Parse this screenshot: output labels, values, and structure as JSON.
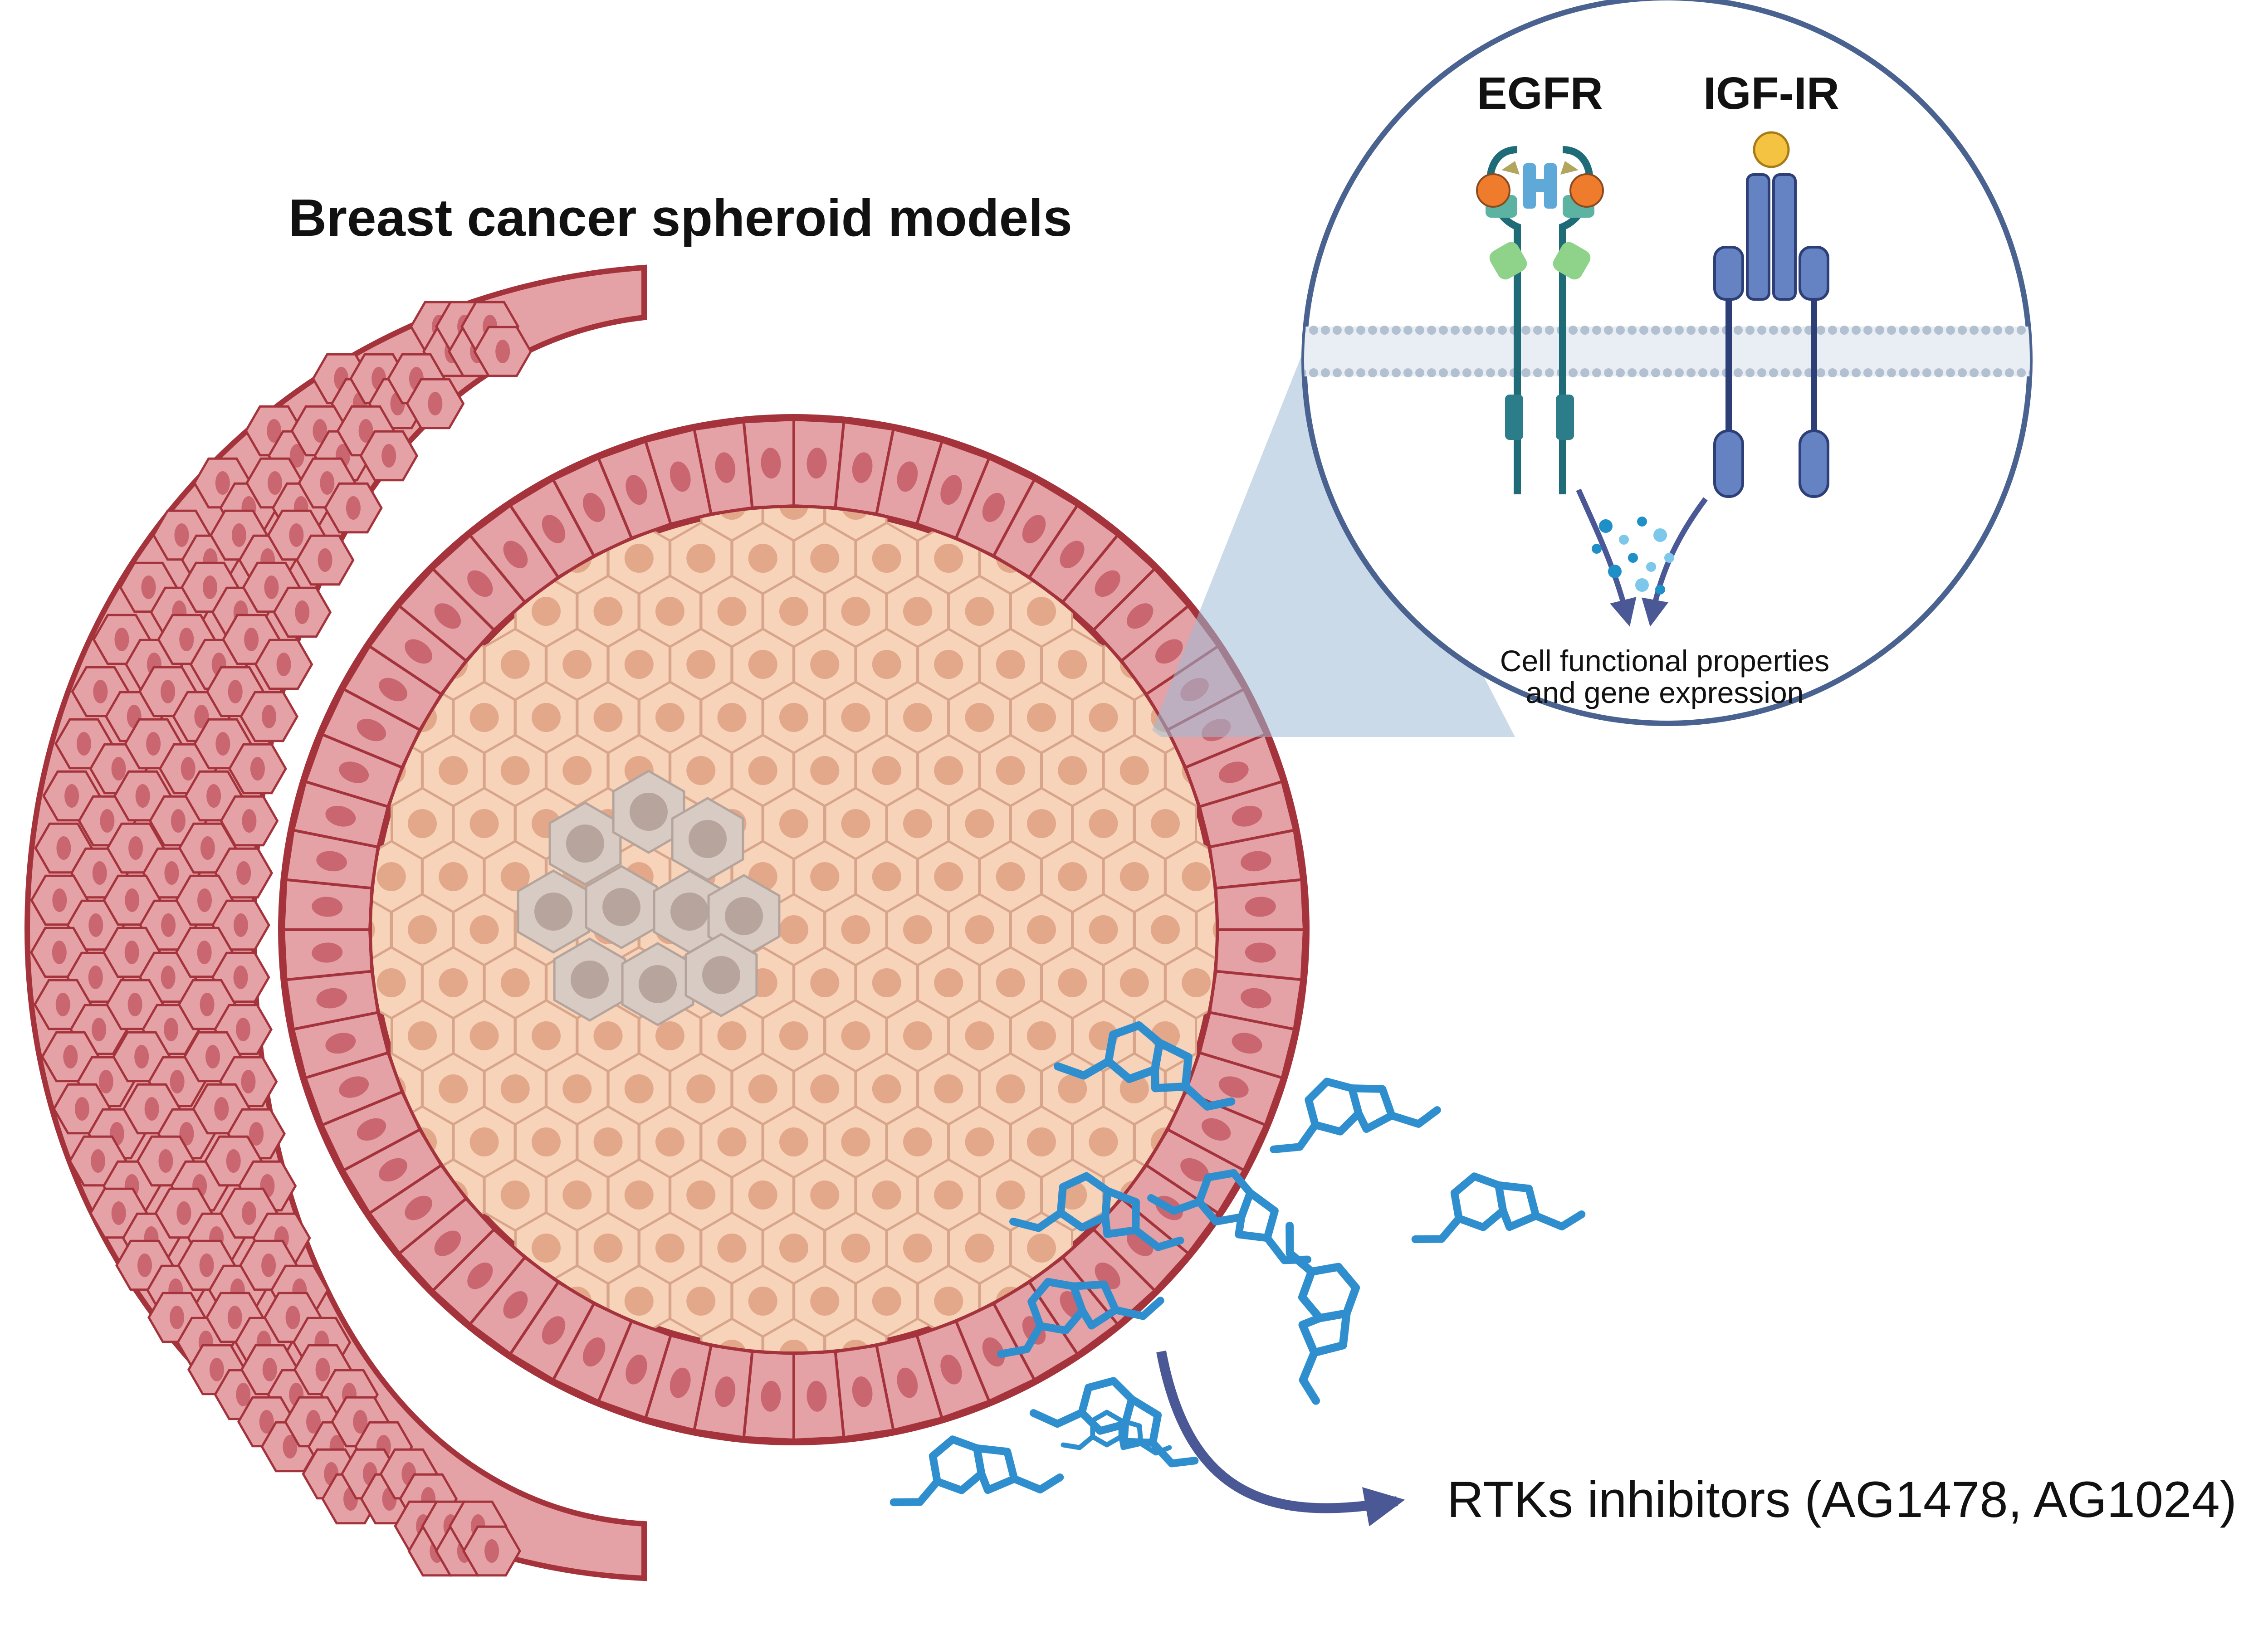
{
  "figure": {
    "title": "Breast cancer spheroid models",
    "receptors": [
      {
        "label": "EGFR",
        "icon": "egfr-receptor-icon"
      },
      {
        "label": "IGF-IR",
        "icon": "igf-ir-receptor-icon"
      }
    ],
    "caption_line1": "Cell functional properties",
    "caption_line2": "and gene expression",
    "inhibitors_label": "RTKs inhibitors (AG1478, AG1024)"
  },
  "colors": {
    "outer_cell_fill": "#e4a1a6",
    "outer_cell_border": "#a5333b",
    "core_fill": "#f7d3b9",
    "core_nucleus": "#e3a78a",
    "necrotic_fill": "#d8cbc4",
    "necrotic_nucleus": "#b7a49c",
    "inhibitor_molecule": "#2f8fce",
    "arrow": "#4a5896",
    "inset_border": "#49628f",
    "membrane": "#b2c0d0",
    "egfr_stalk": "#1f6c78",
    "egfr_ligand": "#ef7b2c",
    "igf_ir_body": "#6583c2",
    "igf_ir_ligand": "#f5c342"
  }
}
